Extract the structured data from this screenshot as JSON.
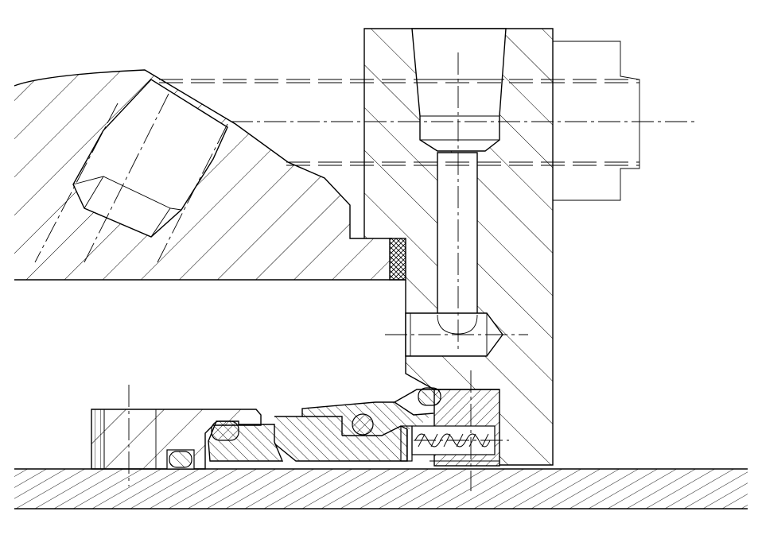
{
  "drawing": {
    "type": "mechanical-section",
    "colors": {
      "line": "#000000",
      "background": "#ffffff"
    },
    "parts": [
      "inclined-housing",
      "vertical-gland-body",
      "cylindrical-pin",
      "crosshatched-seal-insert",
      "base-shaft",
      "left-seat-ring",
      "left-oring",
      "rotating-face-ring",
      "stationary-face-ring",
      "face-oring",
      "upper-oring",
      "spring-retainer",
      "compression-spring",
      "phantom-bolt-outline"
    ]
  }
}
